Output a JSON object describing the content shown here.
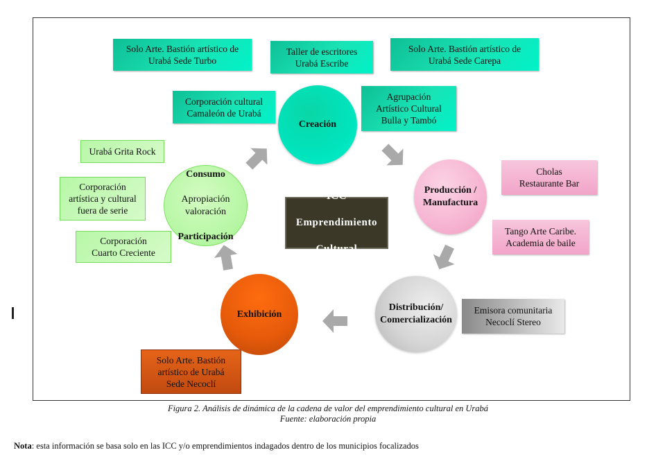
{
  "diagram": {
    "center": {
      "lines": [
        "ICC",
        "Emprendimiento",
        "Cultural"
      ]
    },
    "stages": [
      {
        "id": "creacion",
        "label": "Creación",
        "color": "#00e0b8"
      },
      {
        "id": "produccion",
        "label": "Producción /\nManufactura",
        "color": "#f6b5d2"
      },
      {
        "id": "distribucion",
        "label": "Distribución/\nComercialización",
        "color": "#d5d5d5"
      },
      {
        "id": "exhibicion",
        "label": "Exhibición",
        "color": "#e55a0a"
      },
      {
        "id": "consumo",
        "label_bold_1": "Consumo",
        "label_normal": "Apropiación\nvaloración",
        "label_bold_2": "Participación",
        "color": "#b5f6a2"
      }
    ],
    "entities": {
      "creacion": [
        "Solo Arte. Bastión artístico de\nUrabá Sede Turbo",
        "Taller de escritores\nUrabá Escribe",
        "Solo Arte. Bastión artístico de\nUrabá Sede Carepa",
        "Corporación cultural\nCamaleón de Urabá",
        "Agrupación\nArtístico Cultural\nBulla y Tambó"
      ],
      "produccion": [
        "Cholas\nRestaurante Bar",
        "Tango Arte Caribe.\nAcademia de baile"
      ],
      "distribucion": [
        "Emisora comunitaria\nNecoclí Stereo"
      ],
      "exhibicion": [
        "Solo Arte. Bastión\nartístico de Urabá\nSede Necoclí"
      ],
      "consumo": [
        "Urabá Grita Rock",
        "Corporación\nartística y cultural\nfuera de serie",
        "Corporación\nCuarto Creciente"
      ]
    },
    "arrow_color": "#a9a9a9"
  },
  "caption": {
    "figure": "Figura   2. Análisis de dinámica de la cadena de valor del emprendimiento cultural en Urabá",
    "source": "Fuente:  elaboración propia"
  },
  "note": {
    "label": "Nota",
    "text": ": esta  información se basa solo en las ICC y/o emprendimientos indagados dentro de los municipios  focalizados"
  }
}
